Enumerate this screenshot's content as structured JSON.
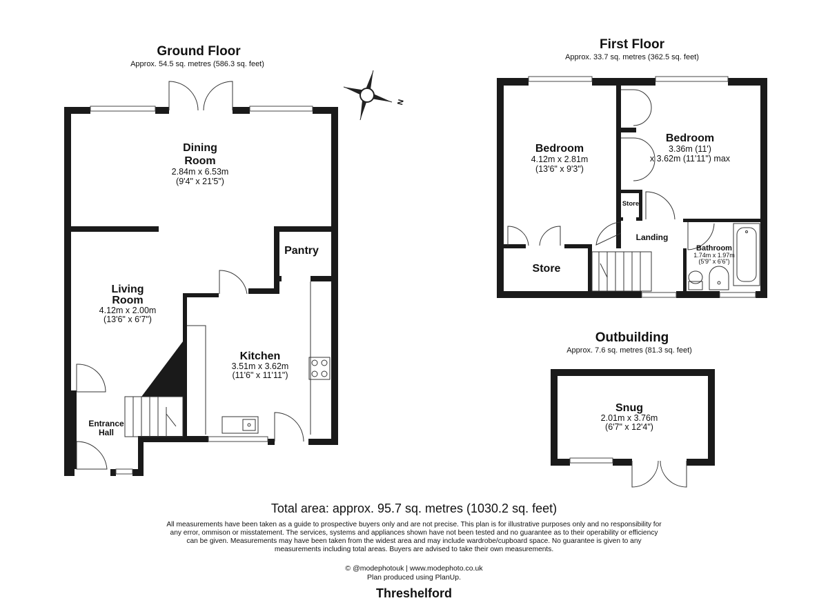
{
  "ground_floor": {
    "title": "Ground Floor",
    "area": "Approx. 54.5 sq. metres (586.3 sq. feet)",
    "dining": {
      "name1": "Dining",
      "name2": "Room",
      "metric": "2.84m x 6.53m",
      "imperial": "(9'4\" x 21'5\")"
    },
    "living": {
      "name1": "Living",
      "name2": "Room",
      "metric": "4.12m x 2.00m",
      "imperial": "(13'6\" x 6'7\")"
    },
    "kitchen": {
      "name": "Kitchen",
      "metric": "3.51m x 3.62m",
      "imperial": "(11'6\" x 11'11\")"
    },
    "pantry": "Pantry",
    "entrance": {
      "name1": "Entrance",
      "name2": "Hall"
    }
  },
  "compass": {
    "label": "N"
  },
  "first_floor": {
    "title": "First Floor",
    "area": "Approx. 33.7 sq. metres (362.5 sq. feet)",
    "bedroom1": {
      "name": "Bedroom",
      "metric": "4.12m x 2.81m",
      "imperial": "(13'6\" x 9'3\")"
    },
    "bedroom2": {
      "name": "Bedroom",
      "metric": "3.36m (11')",
      "imperial": "x 3.62m (11'11\") max"
    },
    "store_small": "Store",
    "store_large": "Store",
    "landing": "Landing",
    "bathroom": {
      "name": "Bathroom",
      "metric": "1.74m x 1.97m",
      "imperial": "(5'9\" x 6'6\")"
    }
  },
  "outbuilding": {
    "title": "Outbuilding",
    "area": "Approx. 7.6 sq. metres (81.3 sq. feet)",
    "snug": {
      "name": "Snug",
      "metric": "2.01m x 3.76m",
      "imperial": "(6'7\" x 12'4\")"
    }
  },
  "total_area": "Total area: approx. 95.7 sq. metres (1030.2 sq. feet)",
  "disclaimer": [
    "All measurements have been taken as a guide to prospective buyers only and are not precise. This plan is for illustrative purposes only and no responsibility for",
    "any error, ommison or misstatement. The services, systems and appliances shown have not been tested and no guarantee as to their operability or efficiency",
    "can be given. Measurements may have been taken from the widest area and may include wardrobe/cupboard space. No guarantee is given to any",
    "measurements including total areas. Buyers are advised to take their own measurements."
  ],
  "credit_line1": "© @modephotouk | www.modephoto.co.uk",
  "credit_line2": "Plan produced using PlanUp.",
  "location": "Threshelford"
}
